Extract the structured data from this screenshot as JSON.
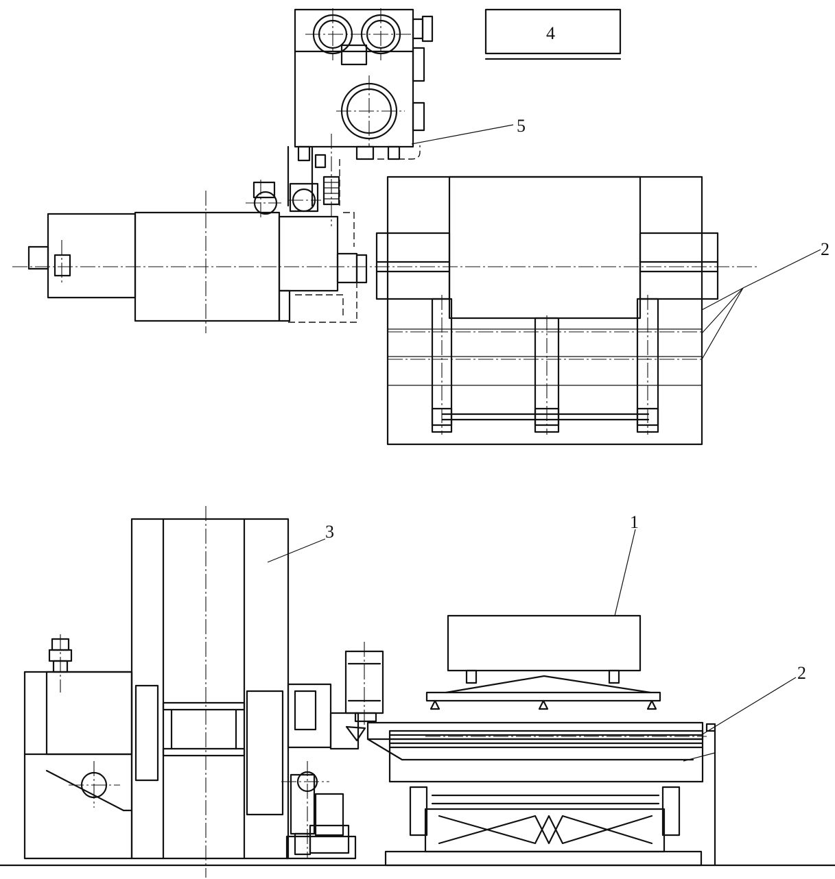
{
  "labels": {
    "one": "1",
    "two_top": "2",
    "two_bottom": "2",
    "three": "3",
    "four": "4",
    "five": "5"
  }
}
